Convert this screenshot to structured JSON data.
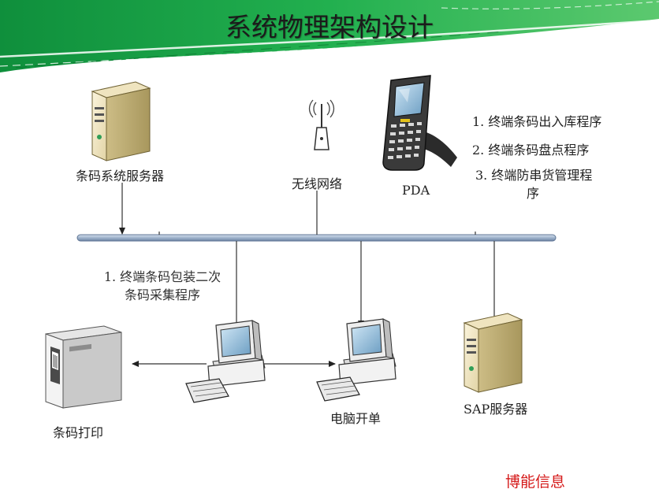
{
  "title": "系统物理架构设计",
  "colors": {
    "banner": "#1fa84a",
    "bus": "#a9bdd6",
    "brand": "#d51a1a"
  },
  "nodes": {
    "barcode_server": {
      "label": "条码系统服务器",
      "icon": "server-icon"
    },
    "wireless": {
      "label": "无线网络",
      "icon": "antenna-icon"
    },
    "pda": {
      "label": "PDA",
      "icon": "handheld-scanner-icon"
    },
    "pc_packing": {
      "icon": "desktop-computer-icon"
    },
    "pc_order": {
      "label": "电脑开单",
      "icon": "desktop-computer-icon"
    },
    "sap_server": {
      "label": "SAP服务器",
      "icon": "server-icon"
    },
    "printer": {
      "label": "条码打印",
      "icon": "barcode-printer-icon"
    }
  },
  "pda_programs": [
    "1. 终端条码出入库程序",
    "2. 终端条码盘点程序",
    "3. 终端防串货管理程",
    "序"
  ],
  "packing_programs": [
    "1. 终端条码包装二次",
    "条码采集程序"
  ],
  "brand": "博能信息"
}
